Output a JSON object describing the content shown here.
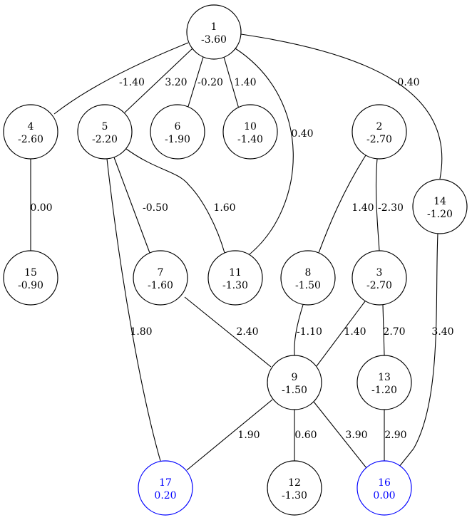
{
  "colors": {
    "default": "#000000",
    "highlight": "#0000ff"
  },
  "nodes": [
    {
      "id": "1",
      "value": "-3.60"
    },
    {
      "id": "2",
      "value": "-2.70"
    },
    {
      "id": "3",
      "value": "-2.70"
    },
    {
      "id": "4",
      "value": "-2.60"
    },
    {
      "id": "5",
      "value": "-2.20"
    },
    {
      "id": "6",
      "value": "-1.90"
    },
    {
      "id": "7",
      "value": "-1.60"
    },
    {
      "id": "8",
      "value": "-1.50"
    },
    {
      "id": "9",
      "value": "-1.50"
    },
    {
      "id": "10",
      "value": "-1.40"
    },
    {
      "id": "11",
      "value": "-1.30"
    },
    {
      "id": "12",
      "value": "-1.30"
    },
    {
      "id": "13",
      "value": "-1.20"
    },
    {
      "id": "14",
      "value": "-1.20"
    },
    {
      "id": "15",
      "value": "-0.90"
    },
    {
      "id": "16",
      "value": "0.00",
      "highlight": true
    },
    {
      "id": "17",
      "value": "0.20",
      "highlight": true
    }
  ],
  "edges": [
    {
      "from": "1",
      "to": "4",
      "label": "-1.40"
    },
    {
      "from": "1",
      "to": "5",
      "label": "3.20"
    },
    {
      "from": "1",
      "to": "6",
      "label": "-0.20"
    },
    {
      "from": "1",
      "to": "10",
      "label": "1.40"
    },
    {
      "from": "1",
      "to": "11",
      "label": "0.40"
    },
    {
      "from": "1",
      "to": "14",
      "label": "0.40"
    },
    {
      "from": "4",
      "to": "15",
      "label": "0.00"
    },
    {
      "from": "5",
      "to": "7",
      "label": "-0.50"
    },
    {
      "from": "5",
      "to": "11",
      "label": "1.60"
    },
    {
      "from": "5",
      "to": "17",
      "label": "1.80"
    },
    {
      "from": "2",
      "to": "8",
      "label": "1.40"
    },
    {
      "from": "2",
      "to": "3",
      "label": "-2.30"
    },
    {
      "from": "14",
      "to": "16",
      "label": "3.40"
    },
    {
      "from": "7",
      "to": "9",
      "label": "2.40"
    },
    {
      "from": "8",
      "to": "9",
      "label": "-1.10"
    },
    {
      "from": "3",
      "to": "9",
      "label": "1.40"
    },
    {
      "from": "3",
      "to": "13",
      "label": "2.70"
    },
    {
      "from": "9",
      "to": "17",
      "label": "1.90"
    },
    {
      "from": "9",
      "to": "12",
      "label": "0.60"
    },
    {
      "from": "9",
      "to": "16",
      "label": "3.90"
    },
    {
      "from": "13",
      "to": "16",
      "label": "2.90"
    }
  ]
}
